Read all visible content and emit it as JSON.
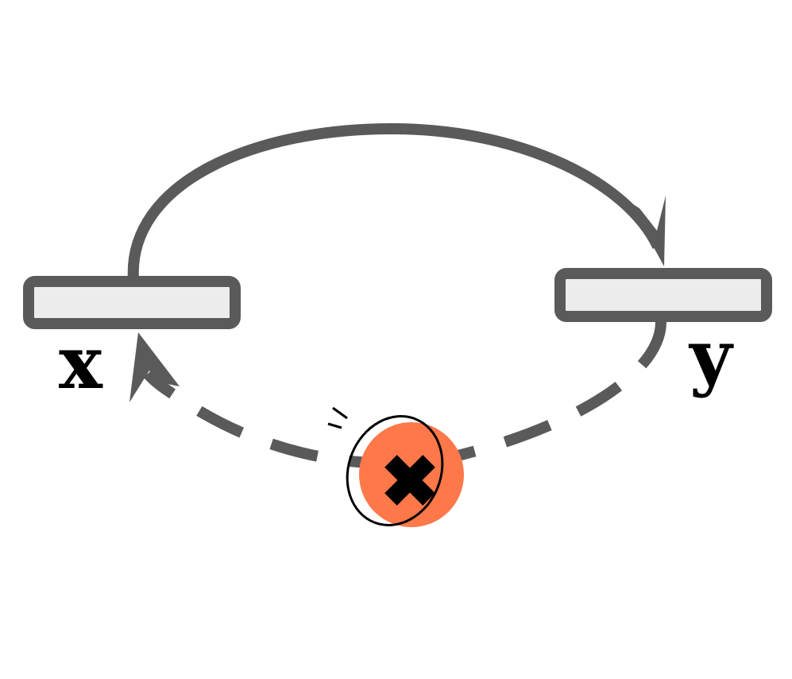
{
  "diagram": {
    "nodes": [
      {
        "id": "x",
        "label": "x",
        "fill": "#ececec",
        "stroke": "#5a5a5a"
      },
      {
        "id": "y",
        "label": "y",
        "fill": "#ececec",
        "stroke": "#5a5a5a"
      }
    ],
    "edges": [
      {
        "from": "x",
        "to": "y",
        "style": "solid",
        "color": "#5a5a5a",
        "status": "working"
      },
      {
        "from": "y",
        "to": "x",
        "style": "dashed",
        "color": "#5a5a5a",
        "status": "broken"
      }
    ],
    "break_marker": {
      "icon": "cross-mark",
      "fill": "#ff7849",
      "glyph_color": "#000000"
    },
    "colors": {
      "edge": "#5a5a5a",
      "node_fill": "#ececec",
      "marker": "#ff7849"
    }
  }
}
